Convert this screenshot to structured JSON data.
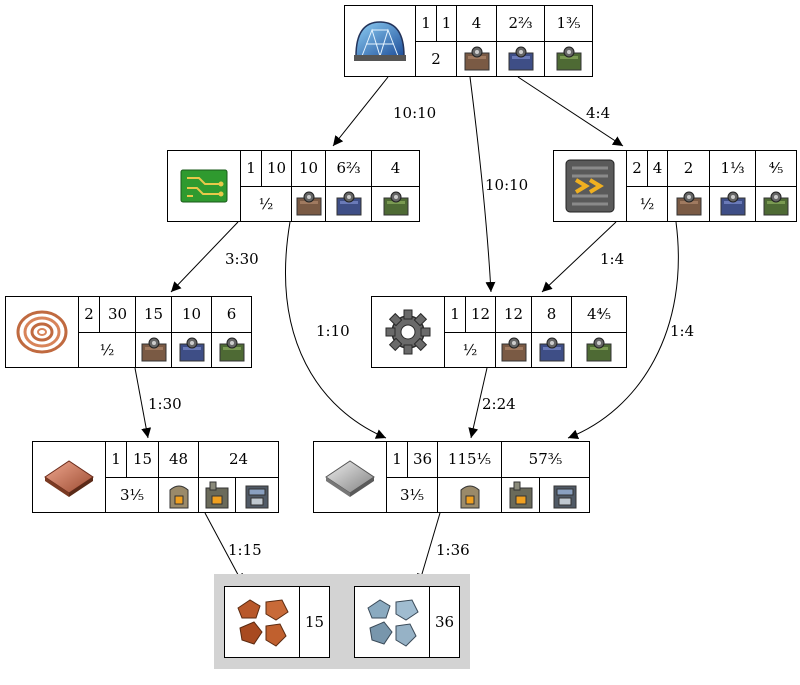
{
  "colors": {
    "edge": "#000000",
    "node_border": "#000000",
    "resource_group_bg": "#d3d3d3"
  },
  "nodes": {
    "dome": {
      "icon": "dome-icon",
      "top": [
        "1",
        "1",
        "4",
        "2⅔",
        "1⅗"
      ],
      "bottom": {
        "value": "2",
        "machines": [
          "brown-assembler-icon",
          "blue-assembler-icon",
          "green-assembler-icon"
        ]
      }
    },
    "circuit": {
      "icon": "circuit-board-icon",
      "top": [
        "1",
        "10",
        "10",
        "6⅔",
        "4"
      ],
      "bottom": {
        "value": "½",
        "machines": [
          "brown-assembler-icon",
          "blue-assembler-icon",
          "green-assembler-icon"
        ]
      }
    },
    "belt": {
      "icon": "conveyor-belt-icon",
      "top": [
        "2",
        "4",
        "2",
        "1⅓",
        "⅘"
      ],
      "bottom": {
        "value": "½",
        "machines": [
          "brown-assembler-icon",
          "blue-assembler-icon",
          "green-assembler-icon"
        ]
      }
    },
    "cable": {
      "icon": "copper-cable-icon",
      "top": [
        "2",
        "30",
        "15",
        "10",
        "6"
      ],
      "bottom": {
        "value": "½",
        "machines": [
          "brown-assembler-icon",
          "blue-assembler-icon",
          "green-assembler-icon"
        ]
      }
    },
    "gear": {
      "icon": "gear-icon",
      "top": [
        "1",
        "12",
        "12",
        "8",
        "4⅘"
      ],
      "bottom": {
        "value": "½",
        "machines": [
          "brown-assembler-icon",
          "blue-assembler-icon",
          "green-assembler-icon"
        ]
      }
    },
    "copper_plate": {
      "icon": "copper-plate-icon",
      "top": [
        "1",
        "15",
        "48",
        "24"
      ],
      "bottom": {
        "value": "3⅕",
        "machines": [
          "stone-furnace-icon",
          "steel-furnace-icon",
          "electric-furnace-icon"
        ]
      }
    },
    "iron_plate": {
      "icon": "iron-plate-icon",
      "top": [
        "1",
        "36",
        "115⅕",
        "57⅗"
      ],
      "bottom": {
        "value": "3⅕",
        "machines": [
          "stone-furnace-icon",
          "steel-furnace-icon",
          "electric-furnace-icon"
        ]
      }
    }
  },
  "edges": [
    "10:10",
    "10:10",
    "4:4",
    "3:30",
    "1:10",
    "1:4",
    "1:4",
    "1:30",
    "2:24",
    "1:15",
    "1:36"
  ],
  "resources": [
    {
      "icon": "copper-ore-icon",
      "amount": "15"
    },
    {
      "icon": "iron-ore-icon",
      "amount": "36"
    }
  ]
}
